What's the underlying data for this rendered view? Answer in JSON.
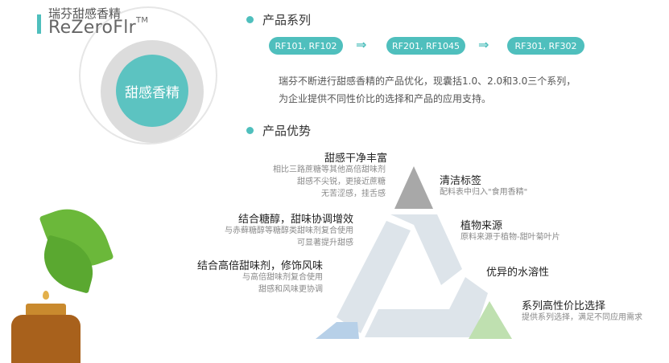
{
  "brand": {
    "name_cn": "瑞芬甜感香精",
    "name_en": "ReZeroFlr",
    "trademark": "TM"
  },
  "core_label": "甜感香精",
  "series": {
    "title": "产品系列",
    "items": [
      "RF101, RF102",
      "RF201, RF1045",
      "RF301, RF302"
    ],
    "desc_lines": [
      "瑞芬不断进行甜感香精的产品优化，现囊括1.0、2.0和3.0三个系列，",
      "为企业提供不同性价比的选择和产品的应用支持。"
    ]
  },
  "advantages": {
    "title": "产品优势",
    "left": [
      {
        "title": "甜感干净丰富",
        "lines": [
          "相比三路蔗糖等其他高倍甜味剂",
          "甜感不尖锐，更接近蔗糖",
          "无苦涩感，挂舌感"
        ]
      },
      {
        "title": "结合糖醇，甜味协调增效",
        "lines": [
          "与赤藓糖醇等糖醇类甜味剂复合使用",
          "可显著提升甜感"
        ]
      },
      {
        "title": "结合高倍甜味剂，修饰风味",
        "lines": [
          "与高倍甜味剂复合使用",
          "甜感和风味更协调"
        ]
      }
    ],
    "right": [
      {
        "title": "清洁标签",
        "lines": [
          "配料表中归入\"食用香精\""
        ]
      },
      {
        "title": "植物来源",
        "lines": [
          "原料来源于植物-甜叶菊叶片"
        ]
      },
      {
        "title": "优异的水溶性",
        "lines": []
      },
      {
        "title": "系列高性价比选择",
        "lines": [
          "提供系列选择，满足不同应用需求"
        ]
      }
    ]
  },
  "colors": {
    "accent": "#4fbfbd",
    "gray": "#dcdcdc",
    "tri_gray": "#a8a8a8",
    "tri_light": "#dde4ea",
    "tri_blue": "#b7d0e8",
    "tri_green": "#bfe0b0"
  }
}
